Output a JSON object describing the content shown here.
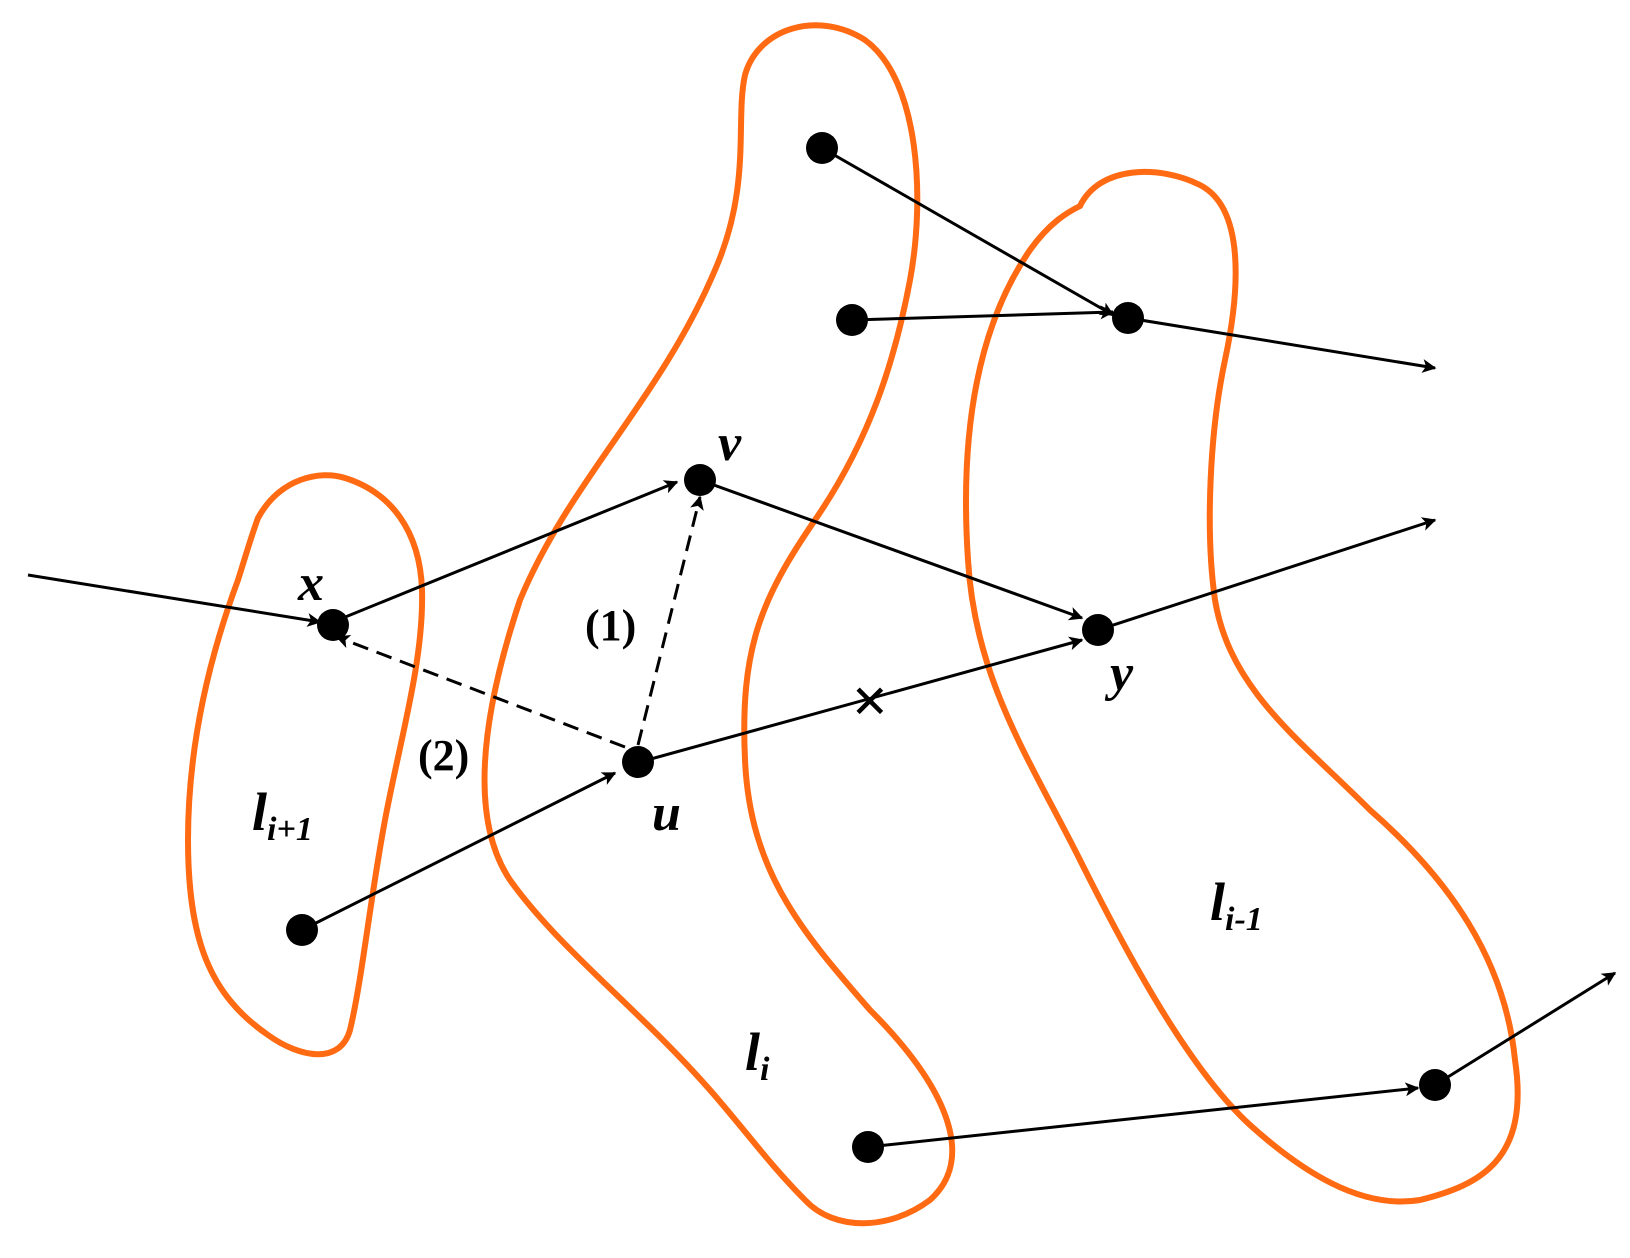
{
  "colors": {
    "region": "#ff6a13",
    "ink": "#000000",
    "background": "#ffffff"
  },
  "nodes": {
    "x": "x",
    "v": "v",
    "u": "u",
    "y": "y"
  },
  "regions": {
    "left": {
      "base": "l",
      "sub": "i+1"
    },
    "middle": {
      "base": "l",
      "sub": "i"
    },
    "right": {
      "base": "l",
      "sub": "i-1"
    }
  },
  "steps": {
    "one": "(1)",
    "two": "(2)"
  },
  "removed_edge_mark": "×"
}
